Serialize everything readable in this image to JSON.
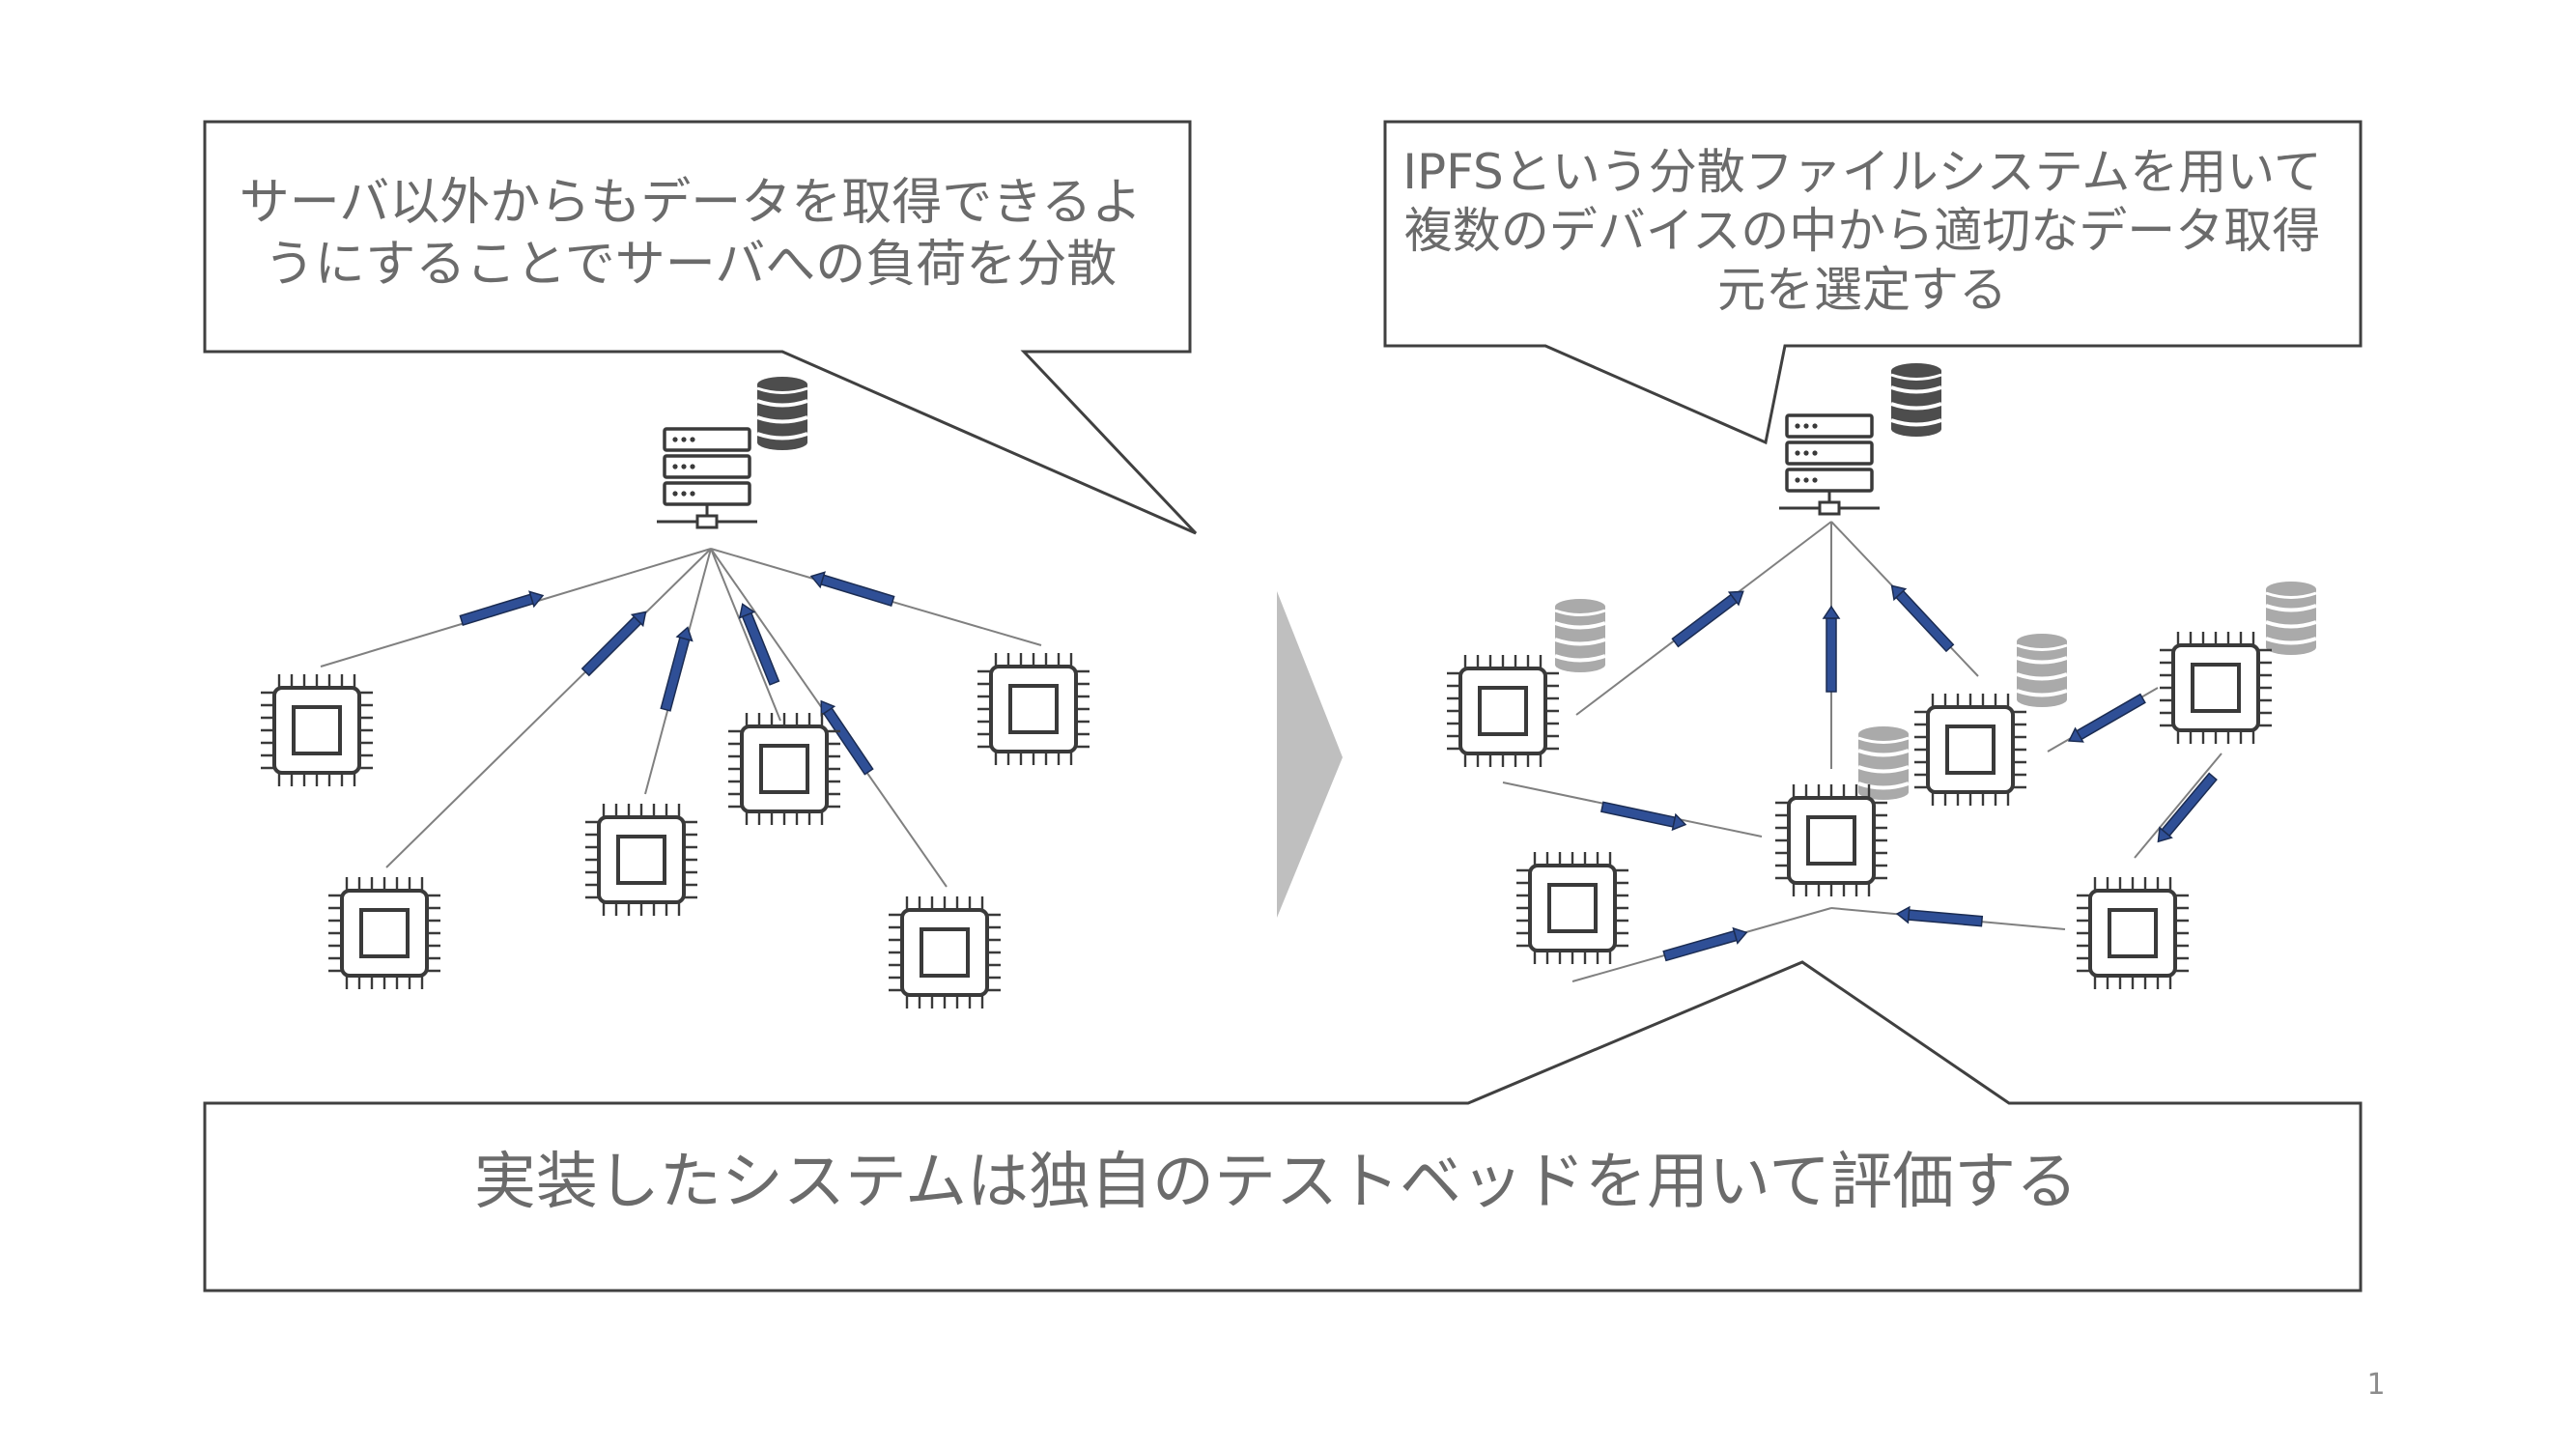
{
  "slide": {
    "callout_left": "サーバ以外からもデータを取得できるようにすることでサーバへの負荷を分散",
    "callout_right": "IPFSという分散ファイルシステムを用いて複数のデバイスの中から適切なデータ取得元を選定する",
    "callout_bottom": "実装したシステムは独自のテストベッドを用いて評価する",
    "page_number": "1"
  },
  "icons": {
    "server": "server-icon",
    "database": "database-icon",
    "device": "chip-icon",
    "transition": "right-arrow-icon"
  },
  "colors": {
    "arrow": "#2f4f96",
    "arrow_outline": "#1b2c52",
    "line": "#808080",
    "text": "#6b6b6b",
    "chip": "#3a3a3a",
    "db_dark": "#4d4d4d",
    "db_light": "#aaaaaa",
    "chevron": "#bfbfbf"
  }
}
